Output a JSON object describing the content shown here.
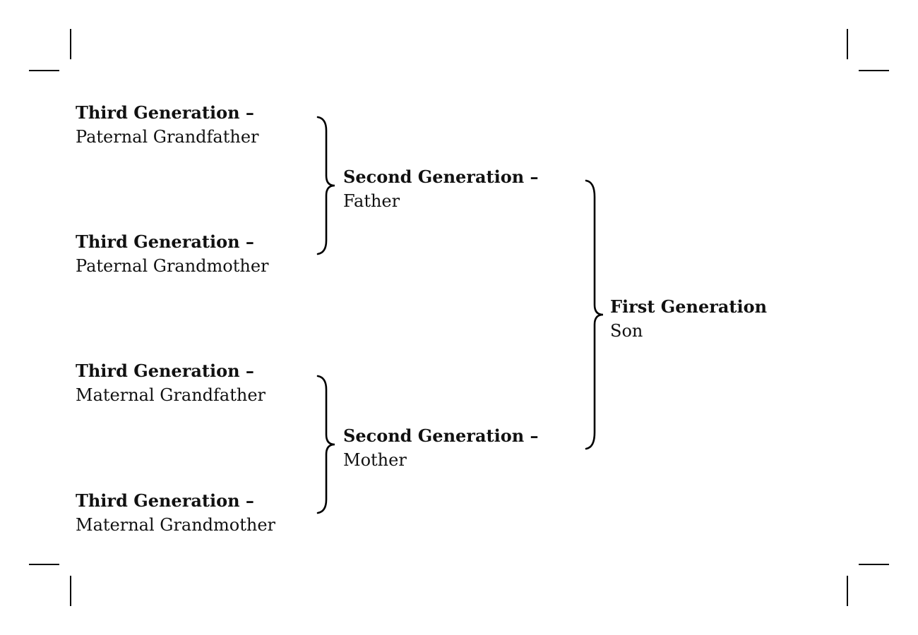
{
  "page": {
    "background": "#ffffff",
    "ink": "#111111",
    "line_color": "#000000"
  },
  "diagram": {
    "nodes": {
      "paternal_grandfather": {
        "title": "Third Generation –",
        "name": "Paternal Grandfather"
      },
      "paternal_grandmother": {
        "title": "Third Generation –",
        "name": "Paternal Grandmother"
      },
      "father": {
        "title": "Second Generation –",
        "name": "Father"
      },
      "maternal_grandfather": {
        "title": "Third Generation –",
        "name": "Maternal Grandfather"
      },
      "maternal_grandmother": {
        "title": "Third Generation –",
        "name": "Maternal Grandmother"
      },
      "mother": {
        "title": "Second Generation –",
        "name": "Mother"
      },
      "son": {
        "title": "First Generation",
        "name": "Son"
      }
    }
  }
}
